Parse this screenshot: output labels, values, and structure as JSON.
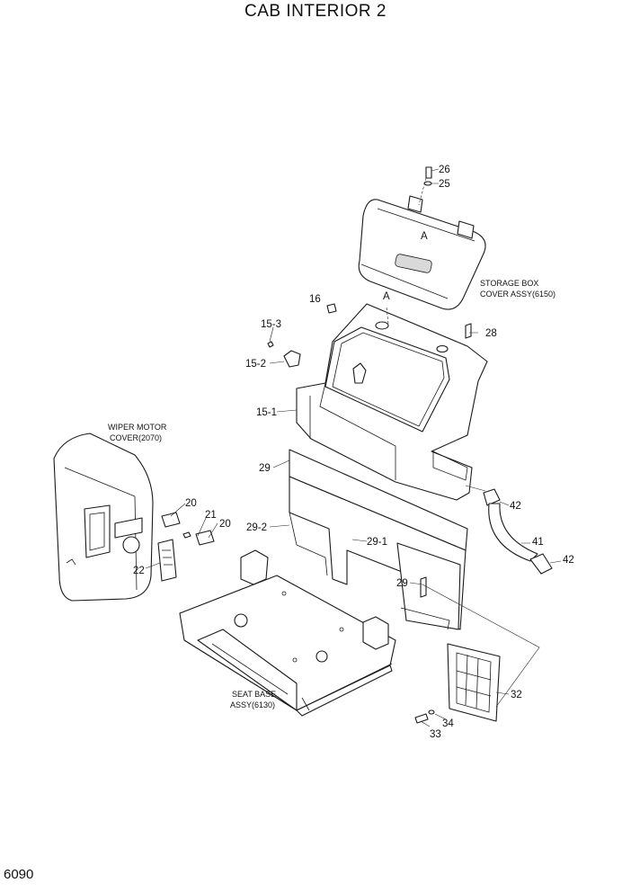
{
  "title": "CAB INTERIOR 2",
  "page_number": "6090",
  "callouts": [
    "26",
    "25",
    "A",
    "A",
    "16",
    "15-3",
    "15-2",
    "28",
    "15-1",
    "29",
    "42",
    "41",
    "42",
    "29-2",
    "29-1",
    "29",
    "20",
    "21",
    "20",
    "22",
    "32",
    "34",
    "33"
  ],
  "captions": {
    "storage_1": "STORAGE BOX",
    "storage_2": "COVER ASSY(6150)",
    "wiper_1": "WIPER MOTOR",
    "wiper_2": "COVER(2070)",
    "seat_1": "SEAT BASE",
    "seat_2": "ASSY(6130)"
  }
}
